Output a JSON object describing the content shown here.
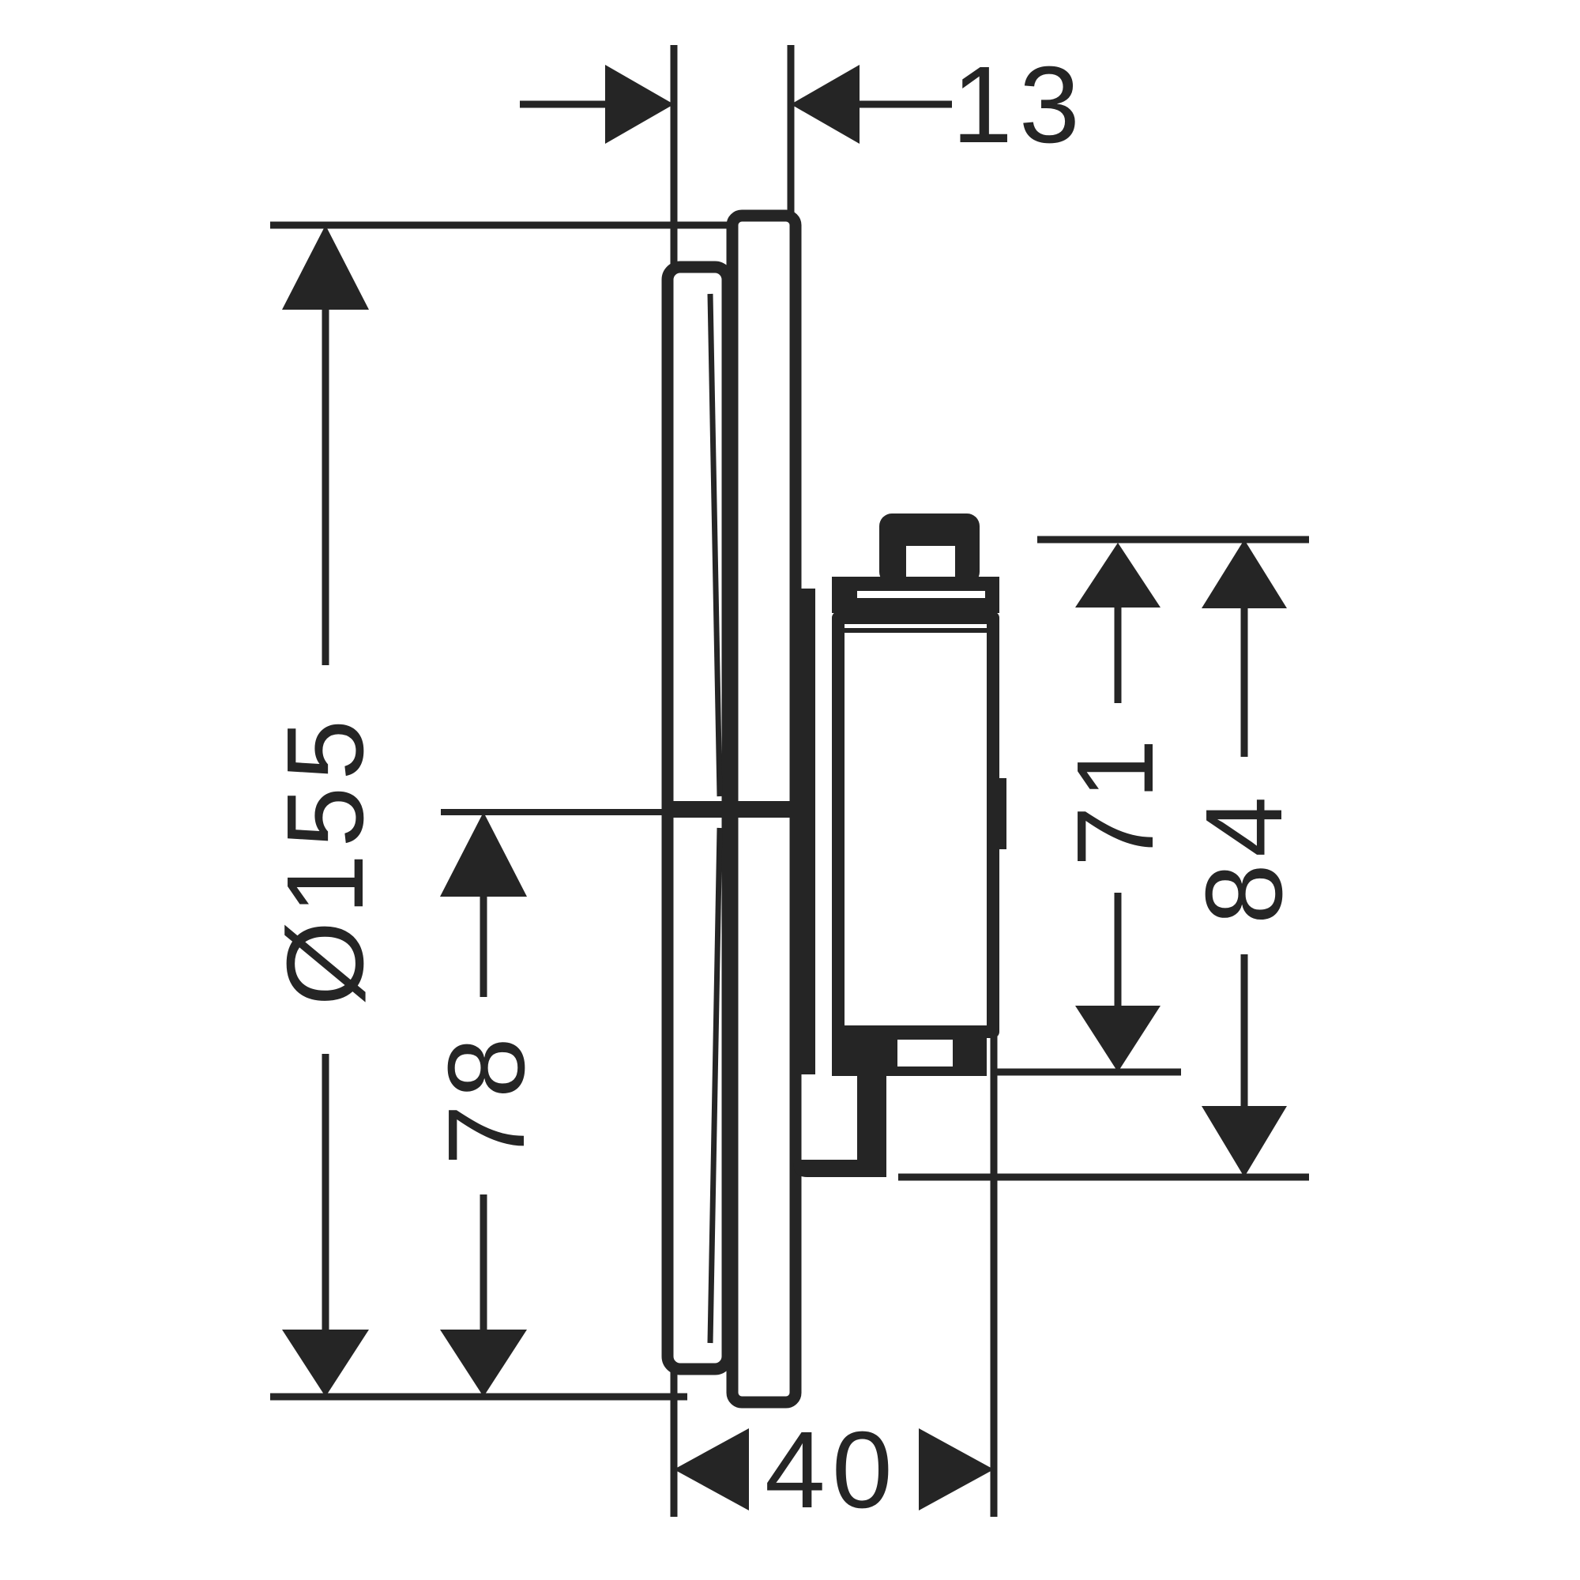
{
  "drawing": {
    "type": "technical-dimension-drawing",
    "subject": "concealed thermostatic shower valve side profile",
    "colors": {
      "ink": "#252525",
      "background": "#ffffff"
    },
    "labels": {
      "plate_offset": "13",
      "plate_diameter": "Ø155",
      "plate_half_height": "78",
      "cartridge_body_height": "71",
      "cartridge_total_height": "84",
      "cartridge_depth": "40"
    }
  }
}
